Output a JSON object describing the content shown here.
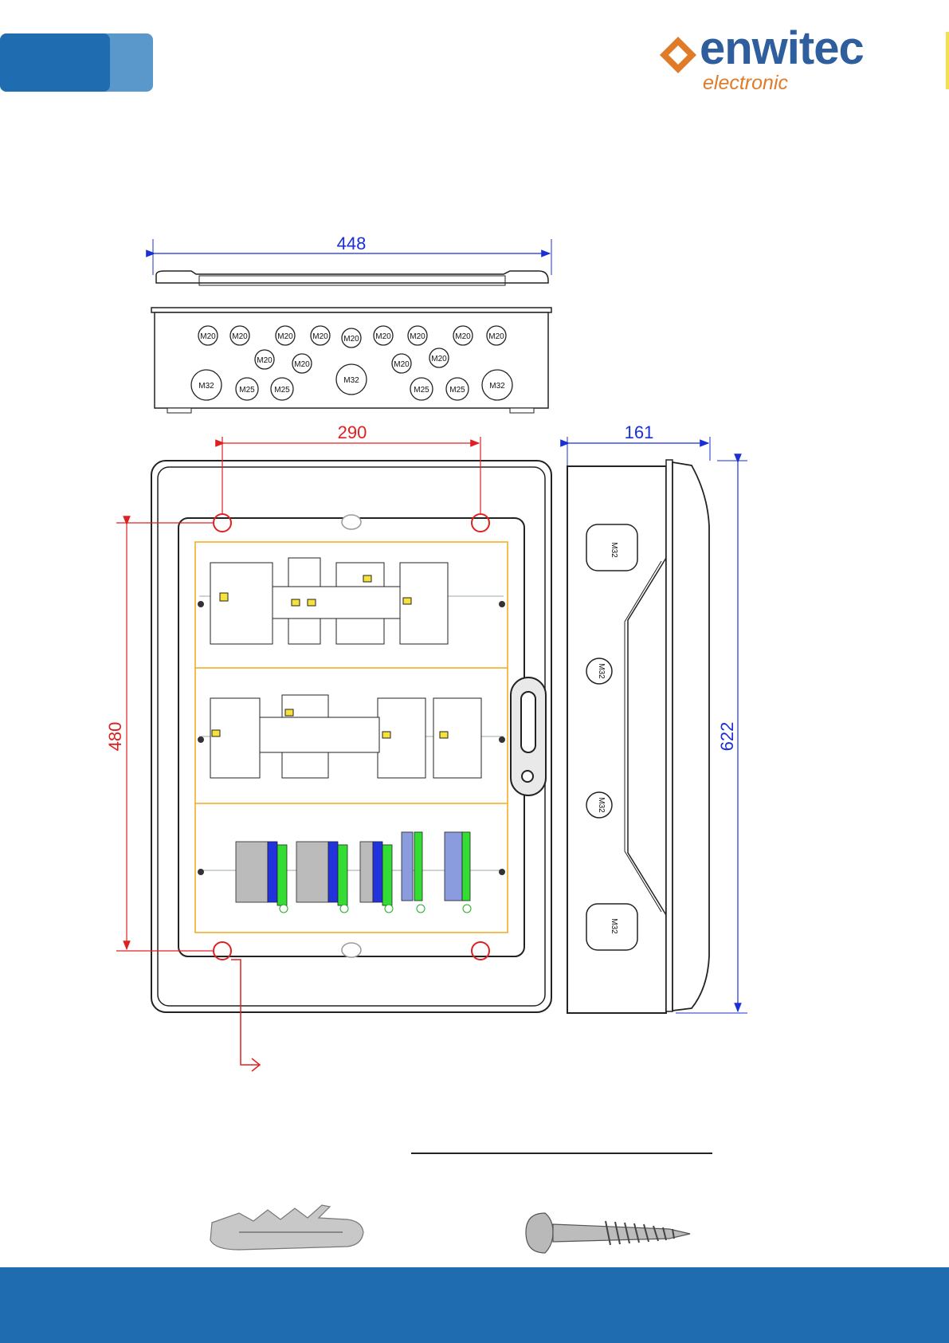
{
  "brand": {
    "name": "enwitec",
    "tagline": "electronic",
    "colors": {
      "primary_blue": "#1f6db0",
      "light_blue": "#5a98cc",
      "logo_blue": "#2f5e9e",
      "logo_orange": "#e07b2a"
    }
  },
  "dimensions": {
    "top_width": "448",
    "mount_width": "290",
    "side_depth": "161",
    "mount_height": "480",
    "total_height": "622"
  },
  "cable_glands": {
    "top_view": [
      "M20",
      "M20",
      "M20",
      "M20",
      "M20",
      "M20",
      "M20",
      "M20",
      "M20",
      "M20",
      "M20",
      "M20",
      "M20",
      "M32",
      "M25",
      "M25",
      "M32",
      "M25",
      "M25",
      "M32"
    ],
    "side_view": [
      "M32",
      "M32",
      "M32",
      "M32"
    ]
  },
  "icons": [
    "logo-diamond-icon",
    "wall-plug-icon",
    "screw-icon",
    "direction-arrow-icon"
  ]
}
